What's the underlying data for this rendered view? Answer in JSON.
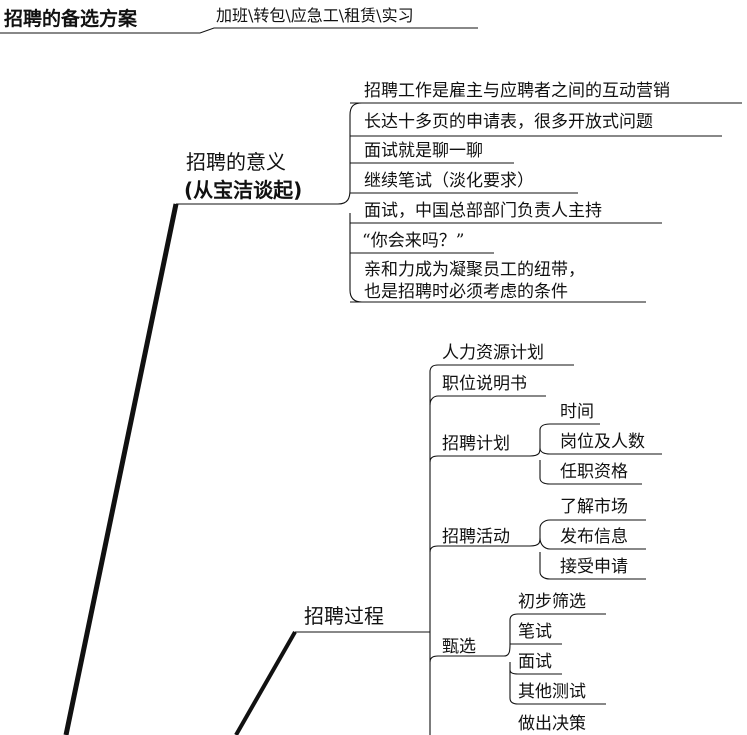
{
  "header": {
    "title": "招聘的备选方案",
    "subtitle": "加班\\转包\\应急工\\租赁\\实习"
  },
  "branch_meaning": {
    "label_line1": "招聘的意义",
    "label_line2": "(从宝洁谈起)",
    "items": [
      "招聘工作是雇主与应聘者之间的互动营销",
      "长达十多页的申请表，很多开放式问题",
      "面试就是聊一聊",
      "继续笔试（淡化要求）",
      "面试，中国总部部门负责人主持",
      "“你会来吗？”"
    ],
    "last_item_line1": "亲和力成为凝聚员工的纽带，",
    "last_item_line2": "也是招聘时必须考虑的条件"
  },
  "branch_process": {
    "label": "招聘过程",
    "hr_plan": "人力资源计划",
    "job_desc": "职位说明书",
    "plan": {
      "label": "招聘计划",
      "items": [
        "时间",
        "岗位及人数",
        "任职资格"
      ]
    },
    "activity": {
      "label": "招聘活动",
      "items": [
        "了解市场",
        "发布信息",
        "接受申请"
      ]
    },
    "selection": {
      "label": "甄选",
      "items": [
        "初步筛选",
        "笔试",
        "面试",
        "其他测试"
      ]
    },
    "decision": "做出决策"
  }
}
